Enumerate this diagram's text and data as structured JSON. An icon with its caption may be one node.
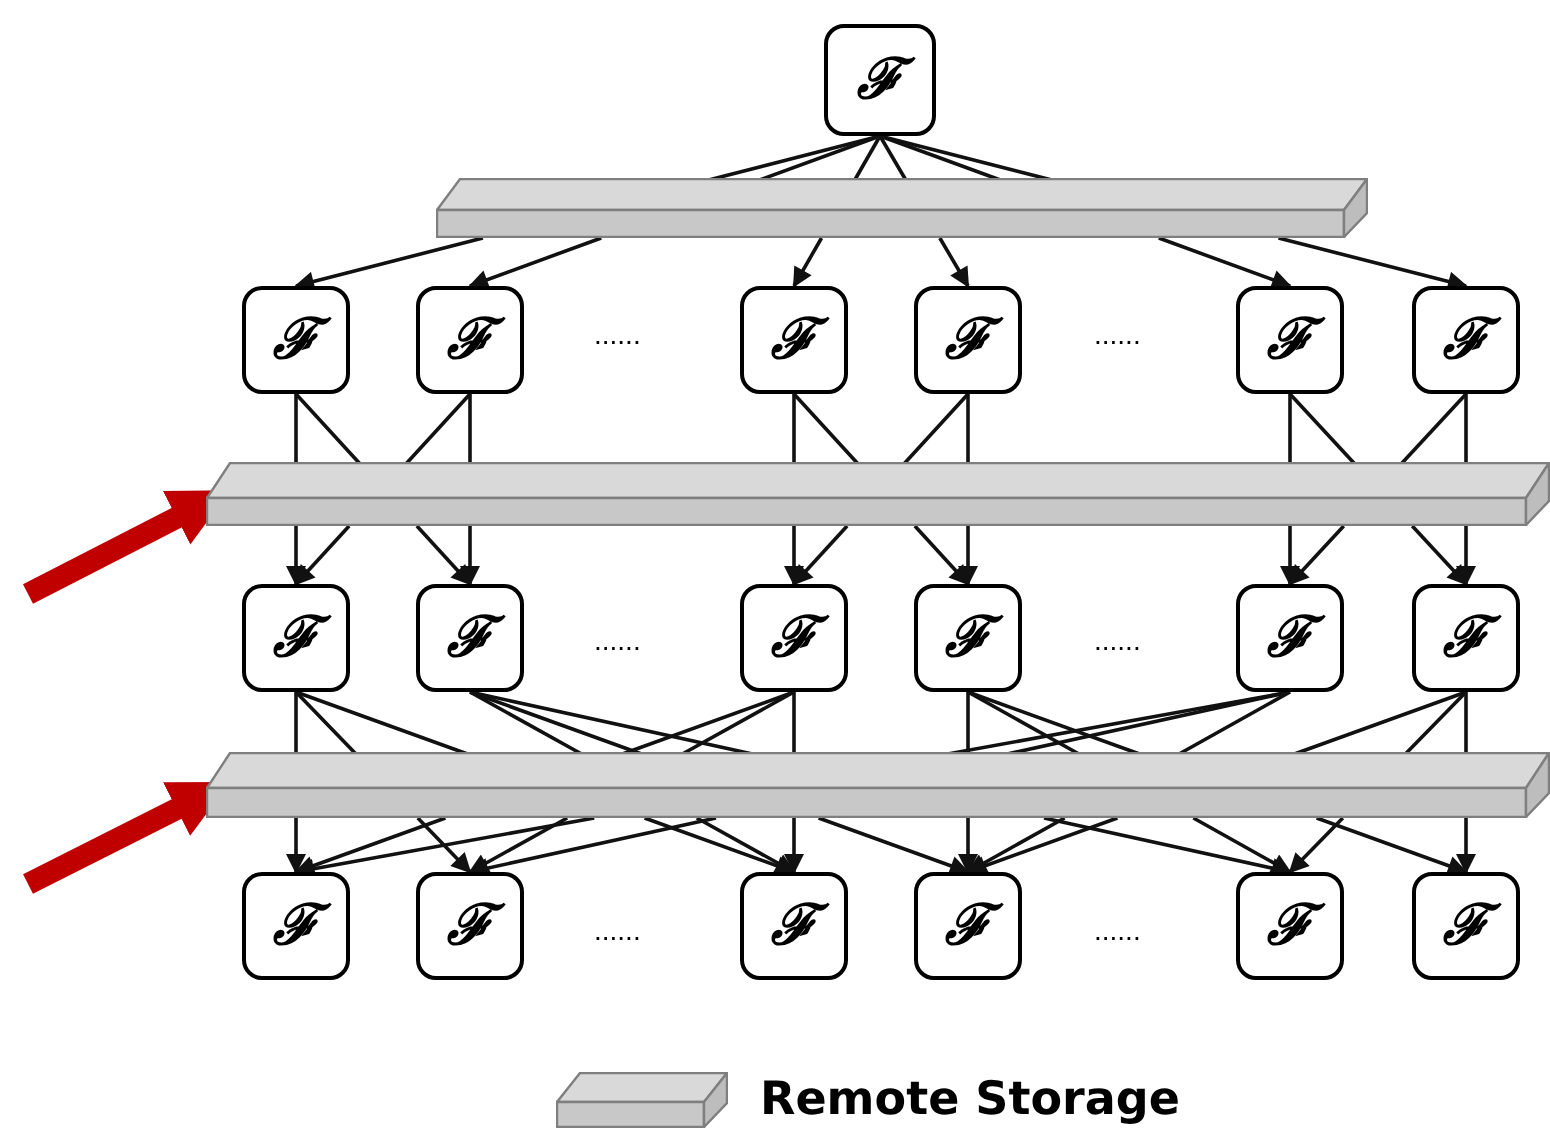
{
  "diagram": {
    "nodes": [
      {
        "text": [
          "ℱ"
        ]
      },
      {
        "text": [],
        "shape": "bar"
      },
      {
        "text": [
          "ℱ"
        ]
      },
      {
        "text": [
          "ℱ"
        ]
      },
      {
        "text": [
          "ℱ"
        ]
      },
      {
        "text": [
          "ℱ"
        ]
      },
      {
        "text": [
          "ℱ"
        ]
      },
      {
        "text": [
          "ℱ"
        ]
      },
      {
        "text": [],
        "shape": "bar"
      },
      {
        "text": [
          "ℱ"
        ]
      },
      {
        "text": [
          "ℱ"
        ]
      },
      {
        "text": [
          "ℱ"
        ]
      },
      {
        "text": [
          "ℱ"
        ]
      },
      {
        "text": [
          "ℱ"
        ]
      },
      {
        "text": [
          "ℱ"
        ]
      },
      {
        "text": [],
        "shape": "bar"
      },
      {
        "text": [
          "ℱ"
        ]
      },
      {
        "text": [
          "ℱ"
        ]
      },
      {
        "text": [
          "ℱ"
        ]
      },
      {
        "text": [
          "ℱ"
        ]
      },
      {
        "text": [
          "ℱ"
        ]
      },
      {
        "text": [
          "ℱ"
        ]
      }
    ],
    "edges": [
      {
        "from": 0,
        "to": 1,
        "arrow": "none"
      },
      {
        "from": 1,
        "to": 2,
        "arrow": "to"
      },
      {
        "from": 0,
        "to": 1,
        "arrow": "none"
      },
      {
        "from": 1,
        "to": 3,
        "arrow": "to"
      },
      {
        "from": 0,
        "to": 1,
        "arrow": "none"
      },
      {
        "from": 1,
        "to": 4,
        "arrow": "to"
      },
      {
        "from": 0,
        "to": 1,
        "arrow": "none"
      },
      {
        "from": 1,
        "to": 5,
        "arrow": "to"
      },
      {
        "from": 0,
        "to": 1,
        "arrow": "none"
      },
      {
        "from": 1,
        "to": 6,
        "arrow": "to"
      },
      {
        "from": 0,
        "to": 1,
        "arrow": "none"
      },
      {
        "from": 1,
        "to": 7,
        "arrow": "to"
      },
      {
        "from": 2,
        "to": 8,
        "arrow": "none"
      },
      {
        "from": 8,
        "to": 9,
        "arrow": "to"
      },
      {
        "from": 2,
        "to": 8,
        "arrow": "none"
      },
      {
        "from": 8,
        "to": 10,
        "arrow": "to"
      },
      {
        "from": 3,
        "to": 8,
        "arrow": "none"
      },
      {
        "from": 8,
        "to": 10,
        "arrow": "to"
      },
      {
        "from": 3,
        "to": 8,
        "arrow": "none"
      },
      {
        "from": 8,
        "to": 9,
        "arrow": "to"
      },
      {
        "from": 4,
        "to": 8,
        "arrow": "none"
      },
      {
        "from": 8,
        "to": 11,
        "arrow": "to"
      },
      {
        "from": 4,
        "to": 8,
        "arrow": "none"
      },
      {
        "from": 8,
        "to": 12,
        "arrow": "to"
      },
      {
        "from": 5,
        "to": 8,
        "arrow": "none"
      },
      {
        "from": 8,
        "to": 12,
        "arrow": "to"
      },
      {
        "from": 5,
        "to": 8,
        "arrow": "none"
      },
      {
        "from": 8,
        "to": 11,
        "arrow": "to"
      },
      {
        "from": 6,
        "to": 8,
        "arrow": "none"
      },
      {
        "from": 8,
        "to": 13,
        "arrow": "to"
      },
      {
        "from": 6,
        "to": 8,
        "arrow": "none"
      },
      {
        "from": 8,
        "to": 14,
        "arrow": "to"
      },
      {
        "from": 7,
        "to": 8,
        "arrow": "none"
      },
      {
        "from": 8,
        "to": 14,
        "arrow": "to"
      },
      {
        "from": 7,
        "to": 8,
        "arrow": "none"
      },
      {
        "from": 8,
        "to": 13,
        "arrow": "to"
      },
      {
        "from": 9,
        "to": 15,
        "arrow": "none"
      },
      {
        "from": 15,
        "to": 16,
        "arrow": "to"
      },
      {
        "from": 9,
        "to": 15,
        "arrow": "none"
      },
      {
        "from": 15,
        "to": 17,
        "arrow": "to"
      },
      {
        "from": 9,
        "to": 15,
        "arrow": "none"
      },
      {
        "from": 15,
        "to": 18,
        "arrow": "to"
      },
      {
        "from": 10,
        "to": 15,
        "arrow": "none"
      },
      {
        "from": 15,
        "to": 18,
        "arrow": "to"
      },
      {
        "from": 10,
        "to": 15,
        "arrow": "none"
      },
      {
        "from": 15,
        "to": 19,
        "arrow": "to"
      },
      {
        "from": 10,
        "to": 15,
        "arrow": "none"
      },
      {
        "from": 15,
        "to": 20,
        "arrow": "to"
      },
      {
        "from": 11,
        "to": 15,
        "arrow": "none"
      },
      {
        "from": 15,
        "to": 18,
        "arrow": "to"
      },
      {
        "from": 11,
        "to": 15,
        "arrow": "none"
      },
      {
        "from": 15,
        "to": 16,
        "arrow": "to"
      },
      {
        "from": 11,
        "to": 15,
        "arrow": "none"
      },
      {
        "from": 15,
        "to": 17,
        "arrow": "to"
      },
      {
        "from": 12,
        "to": 15,
        "arrow": "none"
      },
      {
        "from": 15,
        "to": 19,
        "arrow": "to"
      },
      {
        "from": 12,
        "to": 15,
        "arrow": "none"
      },
      {
        "from": 15,
        "to": 20,
        "arrow": "to"
      },
      {
        "from": 12,
        "to": 15,
        "arrow": "none"
      },
      {
        "from": 15,
        "to": 21,
        "arrow": "to"
      },
      {
        "from": 13,
        "to": 15,
        "arrow": "none"
      },
      {
        "from": 15,
        "to": 16,
        "arrow": "to"
      },
      {
        "from": 13,
        "to": 15,
        "arrow": "none"
      },
      {
        "from": 15,
        "to": 17,
        "arrow": "to"
      },
      {
        "from": 13,
        "to": 15,
        "arrow": "none"
      },
      {
        "from": 15,
        "to": 19,
        "arrow": "to"
      },
      {
        "from": 14,
        "to": 15,
        "arrow": "none"
      },
      {
        "from": 15,
        "to": 21,
        "arrow": "to"
      },
      {
        "from": 14,
        "to": 15,
        "arrow": "none"
      },
      {
        "from": 15,
        "to": 20,
        "arrow": "to"
      },
      {
        "from": 14,
        "to": 15,
        "arrow": "none"
      },
      {
        "from": 15,
        "to": 19,
        "arrow": "to"
      },
      {
        "from": null,
        "to": 8,
        "arrow": "to",
        "style": "thick",
        "color": "#c00000"
      },
      {
        "from": null,
        "to": 15,
        "arrow": "to",
        "style": "thick",
        "color": "#c00000"
      }
    ],
    "labels": [
      "......",
      "......",
      "......",
      "......",
      "......",
      "......"
    ],
    "legend": [
      {
        "text": "Remote Storage"
      }
    ]
  }
}
